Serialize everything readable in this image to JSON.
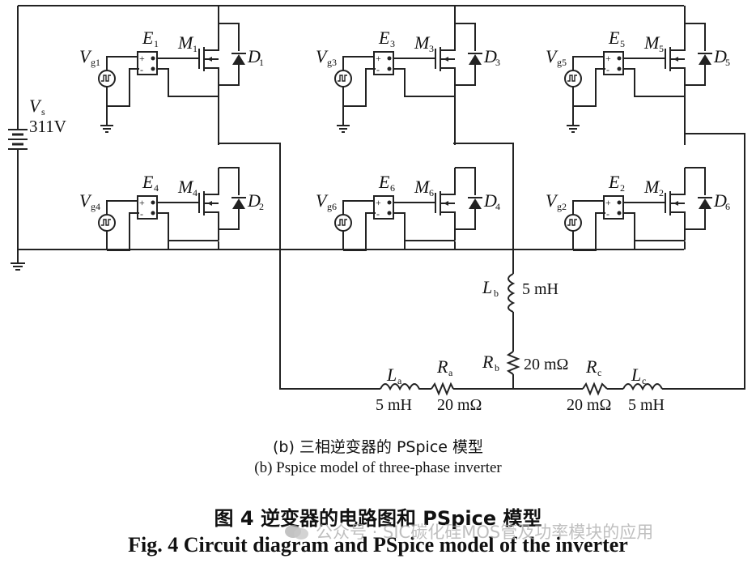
{
  "source": {
    "symbol": "V",
    "sub": "s",
    "value": "311V"
  },
  "legs": [
    {
      "top": {
        "vg": "g1",
        "e": "1",
        "m": "1",
        "d": "1"
      },
      "bottom": {
        "vg": "g4",
        "e": "4",
        "m": "4",
        "d": "2"
      }
    },
    {
      "top": {
        "vg": "g3",
        "e": "3",
        "m": "3",
        "d": "3"
      },
      "bottom": {
        "vg": "g6",
        "e": "6",
        "m": "6",
        "d": "4"
      }
    },
    {
      "top": {
        "vg": "g5",
        "e": "5",
        "m": "5",
        "d": "5"
      },
      "bottom": {
        "vg": "g2",
        "e": "2",
        "m": "2",
        "d": "6"
      }
    }
  ],
  "load": {
    "la": {
      "symbol": "L",
      "sub": "a",
      "value": "5 mH"
    },
    "ra": {
      "symbol": "R",
      "sub": "a",
      "value": "20 mΩ"
    },
    "lb": {
      "symbol": "L",
      "sub": "b",
      "value": "5 mH"
    },
    "rb": {
      "symbol": "R",
      "sub": "b",
      "value": "20 mΩ"
    },
    "rc": {
      "symbol": "R",
      "sub": "c",
      "value": "20 mΩ"
    },
    "lc": {
      "symbol": "L",
      "sub": "c",
      "value": "5 mH"
    }
  },
  "letters": {
    "vg": "V",
    "e": "E",
    "m": "M",
    "d": "D"
  },
  "captions": {
    "sub_zh": "(b) 三相逆变器的 PSpice 模型",
    "sub_en": "(b) Pspice model of three-phase inverter",
    "fig_zh": "图 4  逆变器的电路图和 PSpice 模型",
    "fig_en": "Fig. 4 Circuit diagram and PSpice model of the inverter"
  },
  "watermark": "公众号 · SIC碳化硅MOS管及功率模块的应用"
}
